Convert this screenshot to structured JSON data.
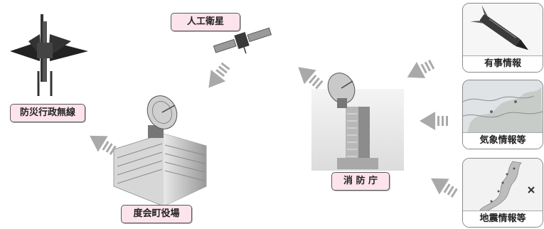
{
  "labels": {
    "satellite": "人工衛星",
    "radio": "防災行政無線",
    "townhall": "度会町役場",
    "fireagency": "消 防 庁"
  },
  "sources": [
    {
      "caption": "有事情報",
      "icon": "missile-icon"
    },
    {
      "caption": "気象情報等",
      "icon": "weather-map-icon"
    },
    {
      "caption": "地震情報等",
      "icon": "earthquake-map-icon"
    }
  ],
  "colors": {
    "label_bg": "#fde3ec",
    "arrow": "#a9a9a9"
  }
}
